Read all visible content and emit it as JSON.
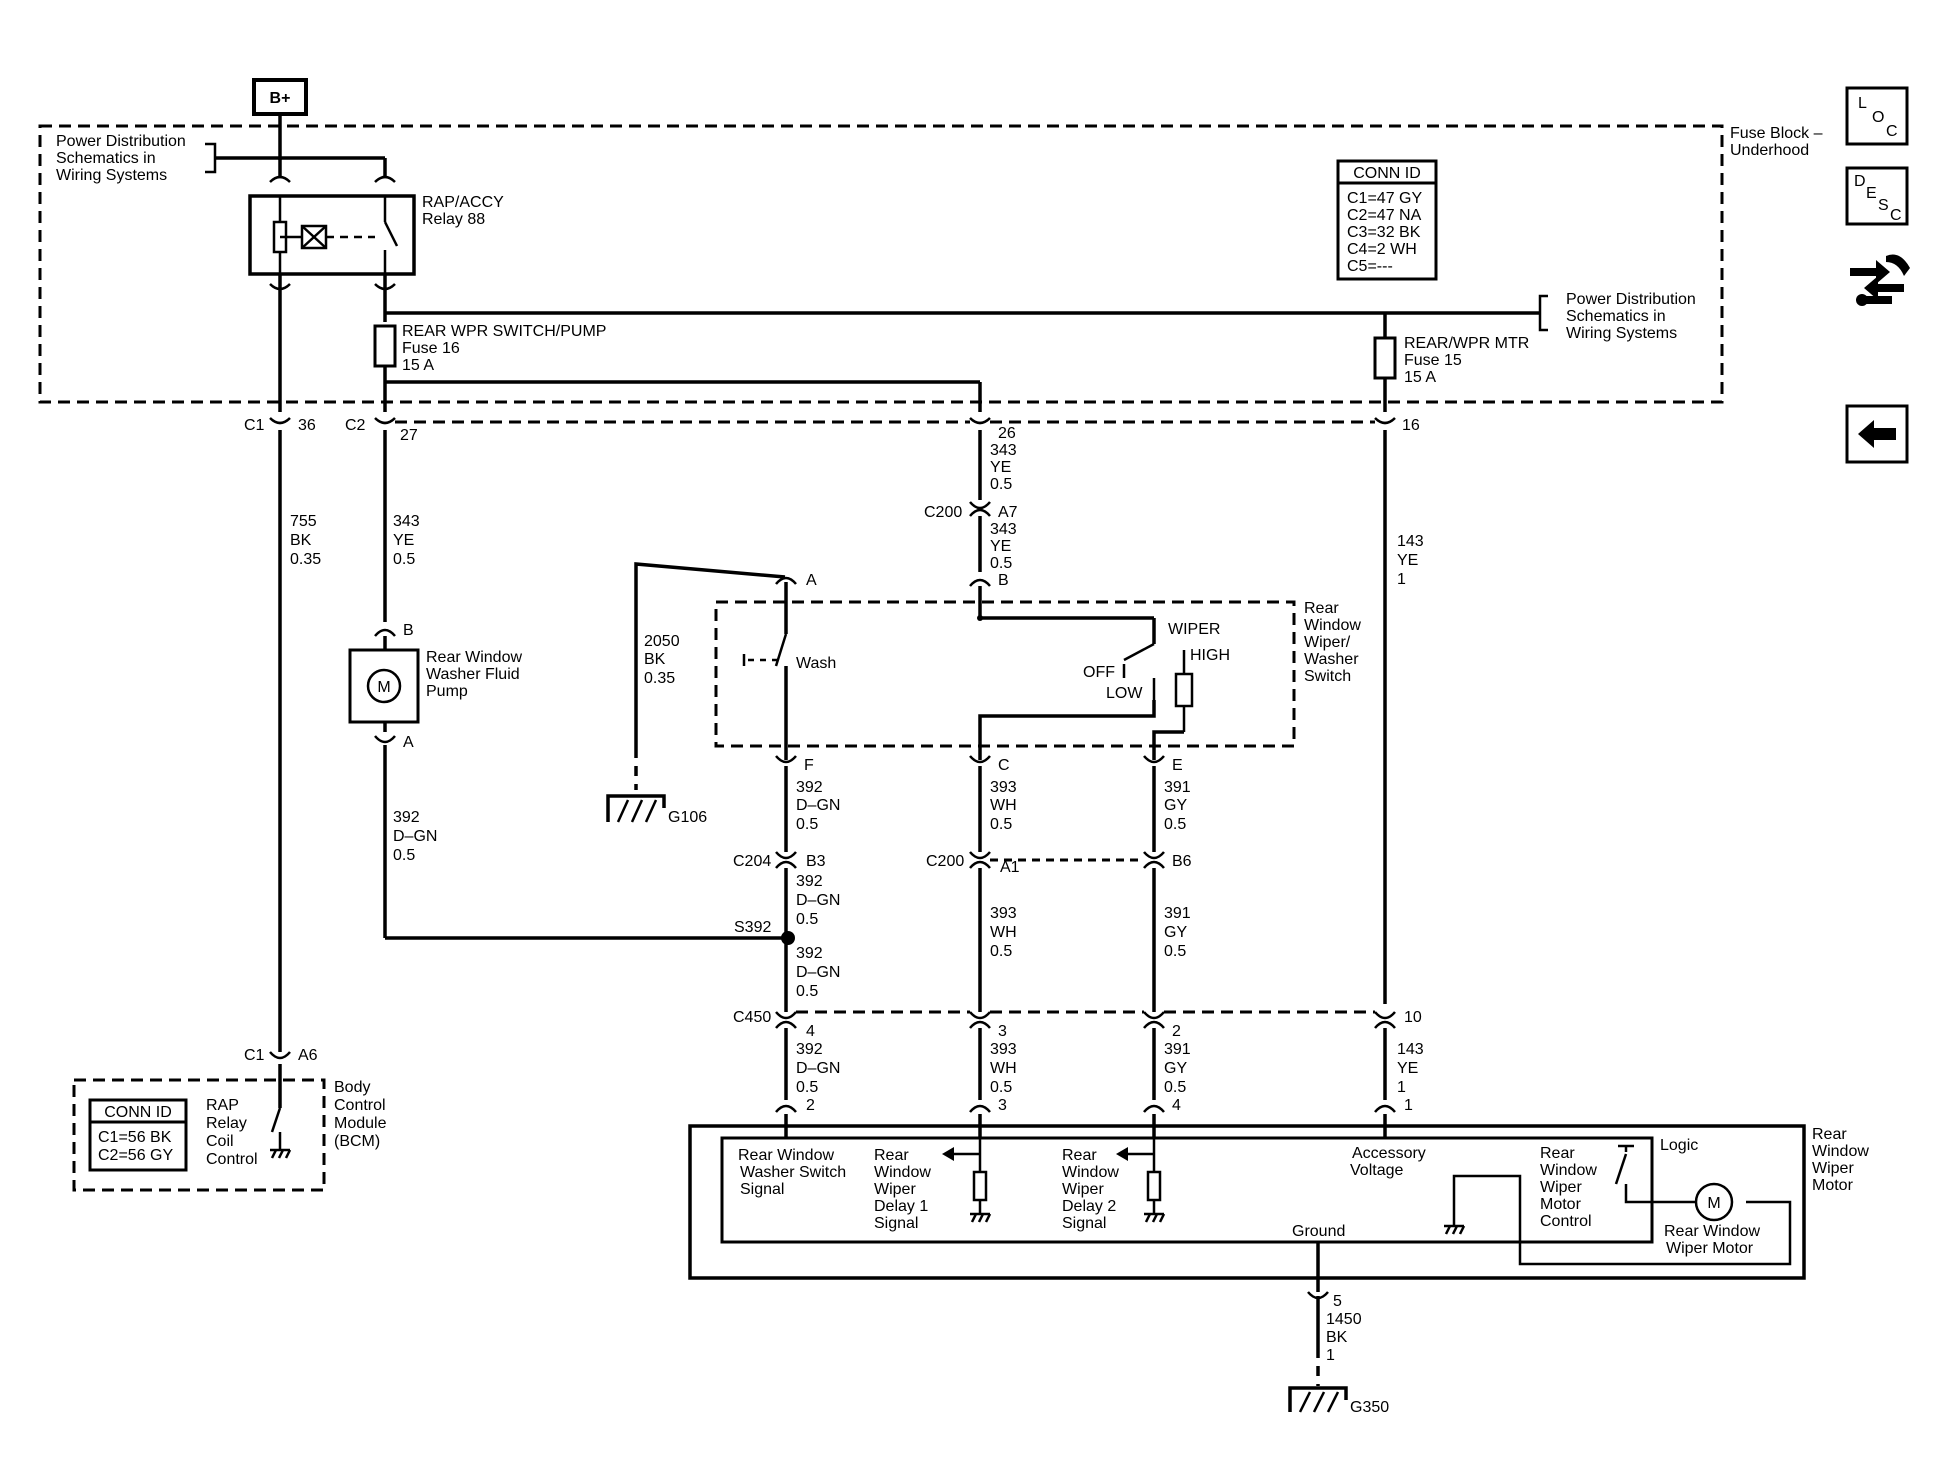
{
  "battery": "B+",
  "fuse_block": {
    "title_1": "Fuse Block –",
    "title_2": "Underhood"
  },
  "power_dist_left": [
    "Power Distribution",
    "Schematics in",
    "Wiring Systems"
  ],
  "power_dist_right": [
    "Power Distribution",
    "Schematics in",
    "Wiring Systems"
  ],
  "relay": [
    "RAP/ACCY",
    "Relay 88"
  ],
  "fuse16": [
    "REAR WPR SWITCH/PUMP",
    "Fuse 16",
    "15 A"
  ],
  "fuse15": [
    "REAR/WPR MTR",
    "Fuse 15",
    "15 A"
  ],
  "conn_id_fuse": {
    "title": "CONN ID",
    "rows": [
      "C1=47 GY",
      "C2=47 NA",
      "C3=32 BK",
      "C4=2 WH",
      "C5=---"
    ]
  },
  "fb_pins": {
    "c1": "C1",
    "c1_pin": "36",
    "c2": "C2",
    "c2_pin": "27",
    "p26": "26",
    "p16": "16"
  },
  "wire_755": [
    "755",
    "BK",
    "0.35"
  ],
  "wire_343_a": [
    "343",
    "YE",
    "0.5"
  ],
  "wire_343_b": [
    "343",
    "YE",
    "0.5"
  ],
  "wire_343_c": [
    "343",
    "YE",
    "0.5"
  ],
  "wire_143_a": [
    "143",
    "YE",
    "1"
  ],
  "wire_143_b": [
    "143",
    "YE",
    "1"
  ],
  "c200_top": {
    "name": "C200",
    "pin": "A7"
  },
  "pump": {
    "pin_b": "B",
    "pin_a": "A",
    "symbol": "M",
    "label": [
      "Rear Window",
      "Washer Fluid",
      "Pump"
    ]
  },
  "wire_392_pump": [
    "392",
    "D–GN",
    "0.5"
  ],
  "wire_2050": [
    "2050",
    "BK",
    "0.35"
  ],
  "g106": "G106",
  "switch": {
    "pin_a": "A",
    "pin_b": "B",
    "pin_f": "F",
    "pin_c": "C",
    "pin_e": "E",
    "wash": "Wash",
    "wiper": "WIPER",
    "off": "OFF",
    "low": "LOW",
    "high": "HIGH",
    "label": [
      "Rear",
      "Window",
      "Wiper/",
      "Washer",
      "Switch"
    ]
  },
  "wire_392_f": [
    "392",
    "D–GN",
    "0.5"
  ],
  "wire_393_c": [
    "393",
    "WH",
    "0.5"
  ],
  "wire_391_e": [
    "391",
    "GY",
    "0.5"
  ],
  "c204": {
    "name": "C204",
    "pin": "B3"
  },
  "c200_mid": {
    "name": "C200",
    "pin_a1": "A1",
    "pin_b6": "B6"
  },
  "wire_392_mid": [
    "392",
    "D–GN",
    "0.5"
  ],
  "wire_393_mid": [
    "393",
    "WH",
    "0.5"
  ],
  "wire_391_mid": [
    "391",
    "GY",
    "0.5"
  ],
  "splice": "S392",
  "wire_392_low": [
    "392",
    "D–GN",
    "0.5"
  ],
  "c450": {
    "name": "C450",
    "p4": "4",
    "p3": "3",
    "p2": "2",
    "p10": "10"
  },
  "wire_392_bot": [
    "392",
    "D–GN",
    "0.5"
  ],
  "wire_393_bot": [
    "393",
    "WH",
    "0.5"
  ],
  "wire_391_bot": [
    "391",
    "GY",
    "0.5"
  ],
  "bcm": {
    "c1": "C1",
    "pin": "A6",
    "conn_title": "CONN ID",
    "conn_rows": [
      "C1=56 BK",
      "C2=56 GY"
    ],
    "coil": [
      "RAP",
      "Relay",
      "Coil",
      "Control"
    ],
    "label": [
      "Body",
      "Control",
      "Module",
      "(BCM)"
    ]
  },
  "motor": {
    "pins": [
      "2",
      "3",
      "4",
      "1",
      "5"
    ],
    "washer_sig": [
      "Rear Window",
      "Washer Switch",
      "Signal"
    ],
    "delay1": [
      "Rear",
      "Window",
      "Wiper",
      "Delay 1",
      "Signal"
    ],
    "delay2": [
      "Rear",
      "Window",
      "Wiper",
      "Delay 2",
      "Signal"
    ],
    "accessory": [
      "Accessory",
      "Voltage"
    ],
    "ground": "Ground",
    "control": [
      "Rear",
      "Window",
      "Wiper",
      "Motor",
      "Control"
    ],
    "logic": "Logic",
    "motor_symbol": "M",
    "motor_label": [
      "Rear Window",
      "Wiper Motor"
    ],
    "label": [
      "Rear",
      "Window",
      "Wiper",
      "Motor"
    ]
  },
  "wire_1450": [
    "1450",
    "BK",
    "1"
  ],
  "g350": "G350",
  "nav": {
    "loc": [
      "L",
      "O",
      "C"
    ],
    "desc": [
      "D",
      "E",
      "S",
      "C"
    ]
  }
}
